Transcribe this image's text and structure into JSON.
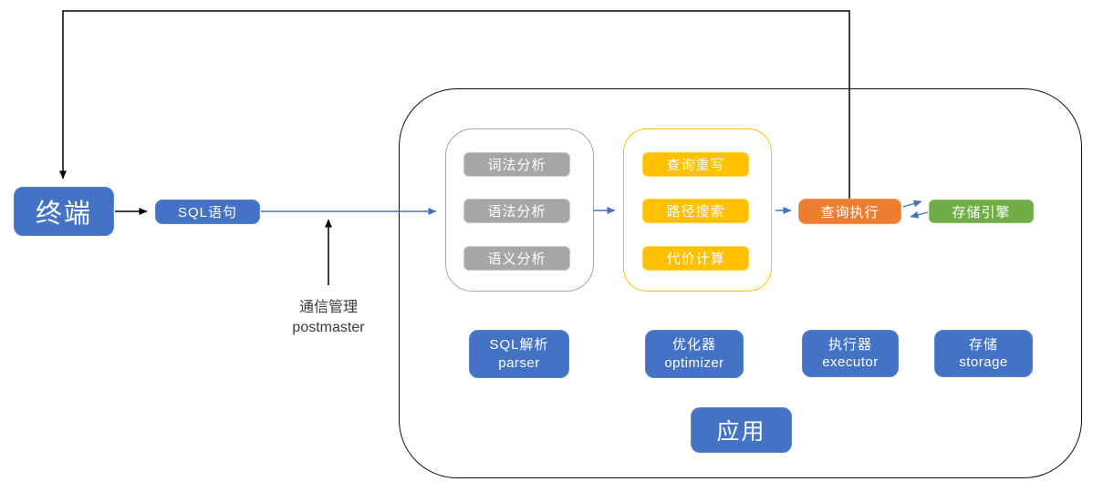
{
  "colors": {
    "blue": "#4472C4",
    "gray": "#A6A6A6",
    "yellow": "#FFC000",
    "orange": "#ED7D31",
    "green": "#70AD47",
    "wire-blue": "#4472C4",
    "wire-black": "#000000"
  },
  "diagram": {
    "terminal_label": "终端",
    "sql_statement_label": "SQL语句",
    "comm_manager": {
      "zh": "通信管理",
      "en": "postmaster"
    },
    "parser_steps": [
      "词法分析",
      "语法分析",
      "语义分析"
    ],
    "optimizer_steps": [
      "查询重写",
      "路径搜索",
      "代价计算"
    ],
    "query_execution_label": "查询执行",
    "storage_engine_label": "存储引擎",
    "modules": [
      {
        "zh": "SQL解析",
        "en": "parser"
      },
      {
        "zh": "优化器",
        "en": "optimizer"
      },
      {
        "zh": "执行器",
        "en": "executor"
      },
      {
        "zh": "存储",
        "en": "storage"
      }
    ],
    "application_label": "应用"
  }
}
